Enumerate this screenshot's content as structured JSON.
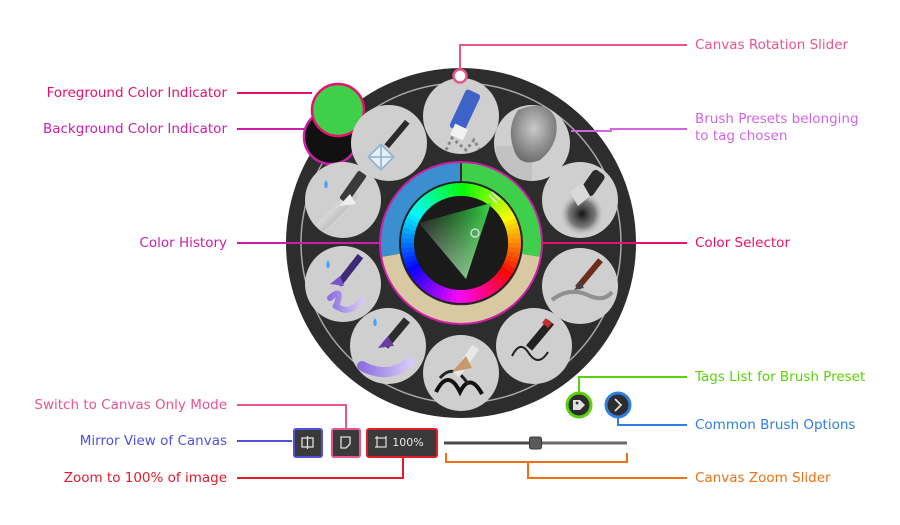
{
  "annotations": {
    "canvas_rotation_slider": "Canvas Rotation Slider",
    "foreground_color_indicator": "Foreground Color Indicator",
    "background_color_indicator": "Background Color Indicator",
    "brush_presets_line1": "Brush Presets belonging",
    "brush_presets_line2": "to tag chosen",
    "color_history": "Color History",
    "color_selector": "Color Selector",
    "tags_list": "Tags List for Brush Preset",
    "common_brush_options": "Common Brush Options",
    "switch_canvas_only": "Switch to Canvas Only Mode",
    "mirror_view": "Mirror View of Canvas",
    "zoom_100": "Zoom to 100% of image",
    "canvas_zoom_slider": "Canvas Zoom Slider"
  },
  "toolbar": {
    "zoom_button_label": "100%",
    "zoom_slider_value": 0.5
  },
  "colors": {
    "foreground": "#3fcf4a",
    "background": "#111111",
    "annotation_pink": "#e8106e",
    "annotation_magenta": "#cc1fa8",
    "annotation_violet": "#d463e6",
    "annotation_green": "#5bd10a",
    "annotation_blue": "#2f7fe0",
    "annotation_indigo": "#5050dd",
    "annotation_red": "#e41c2a",
    "annotation_orange": "#f07013",
    "rotation_pink": "#e8558c"
  },
  "icons": [
    "mirror-icon",
    "canvas-only-icon",
    "zoom-fit-icon",
    "tag-icon",
    "chevron-right-icon",
    "color-triangle",
    "hue-ring"
  ]
}
